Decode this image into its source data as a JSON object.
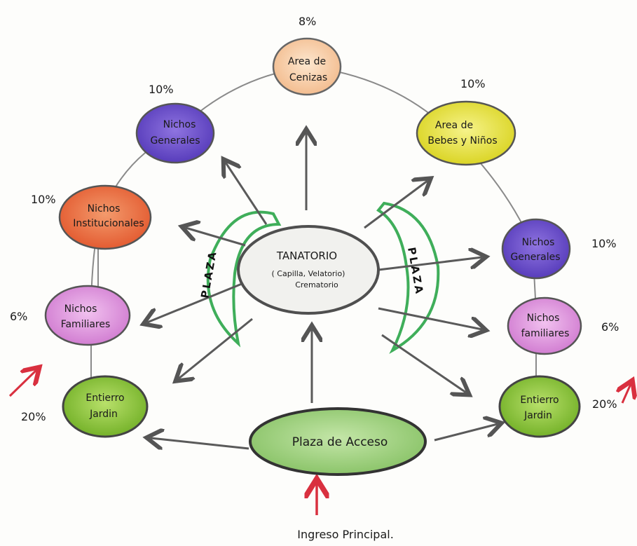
{
  "center": {
    "title": "TANATORIO",
    "subtitle_line1": "( Capilla, Velatorio)",
    "subtitle_line2": "Crematorio"
  },
  "plaza_left": "PLAZA",
  "plaza_right": "PLAZA",
  "access": "Plaza de Acceso",
  "entrance": "Ingreso Principal.",
  "nodes": {
    "ashes": {
      "line1": "Area de",
      "line2": "Cenizas",
      "pct": "8%"
    },
    "ng_left": {
      "line1": "Nichos",
      "line2": "Generales",
      "pct": "10%"
    },
    "inst": {
      "line1": "Nichos",
      "line2": "Institucionales",
      "pct": "10%"
    },
    "nf_left": {
      "line1": "Nichos",
      "line2": "Familiares",
      "pct": "6%"
    },
    "ej_left": {
      "line1": "Entierro",
      "line2": "Jardin",
      "pct": "20%"
    },
    "babies": {
      "line1": "Area de",
      "line2": "Bebes y Niños",
      "pct": "10%"
    },
    "ng_right": {
      "line1": "Nichos",
      "line2": "Generales",
      "pct": "10%"
    },
    "nf_right": {
      "line1": "Nichos",
      "line2": "familiares",
      "pct": "6%"
    },
    "ej_right": {
      "line1": "Entierro",
      "line2": "Jardin",
      "pct": "20%"
    }
  },
  "colors": {
    "orange": "#f6c89a",
    "purple": "#6a4bd1",
    "red_orange": "#e8673a",
    "pink": "#d98ad9",
    "lime": "#8cc63e",
    "yellow": "#e9e43a",
    "green_light": "#9ccf7c",
    "green_arc": "#3fae5a",
    "arrow_red": "#d9303f"
  }
}
